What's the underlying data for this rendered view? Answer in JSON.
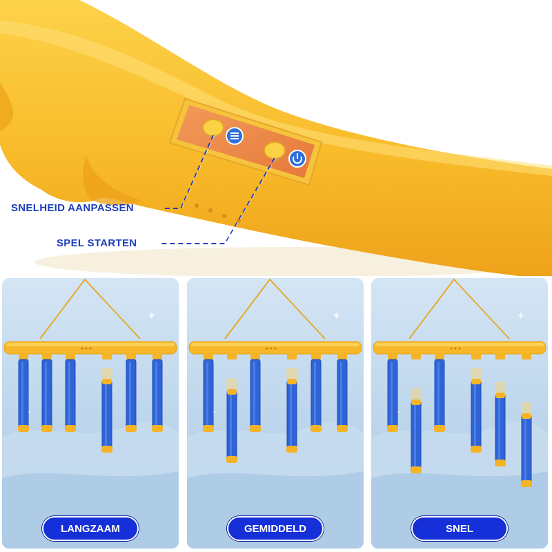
{
  "callouts": {
    "speed_adjust": "SNELHEID AANPASSEN",
    "start_game": "SPEL STARTEN"
  },
  "modes": [
    {
      "label": "LANGZAAM"
    },
    {
      "label": "GEMIDDELD"
    },
    {
      "label": "SNEL"
    }
  ],
  "icons": {
    "speed_button": "menu-icon",
    "start_button": "power-icon"
  },
  "colors": {
    "toy_yellow": "#f7b928",
    "button_panel": "#ee8a4a",
    "stick_blue": "#2f64d6",
    "label_blue": "#1d3fb8",
    "pill_blue": "#1530d8"
  }
}
